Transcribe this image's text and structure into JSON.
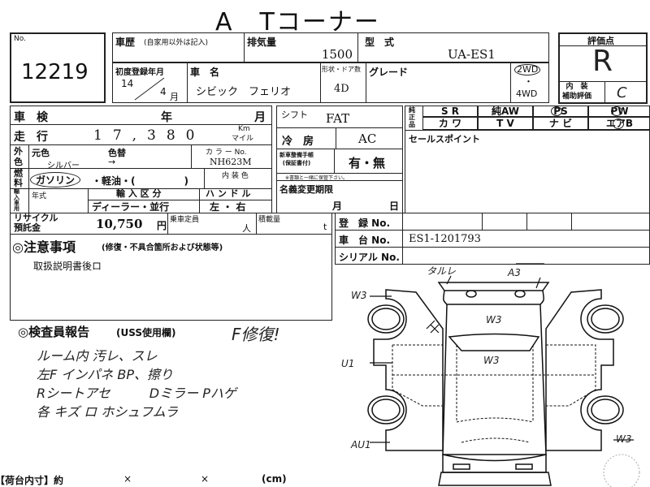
{
  "title": "A　Tコーナー",
  "no": {
    "label": "No.",
    "value": "12219"
  },
  "history": {
    "label": "車歴",
    "note": "(自家用以外は記入)"
  },
  "displacement": {
    "label": "排気量",
    "value": "1500"
  },
  "model_code": {
    "label": "型　式",
    "value": "UA-ES1"
  },
  "first_reg": {
    "label": "初度登録年月",
    "year": "14",
    "month": "4",
    "month_unit": "月"
  },
  "car_name": {
    "label": "車　名",
    "value": "シビック　フェリオ"
  },
  "body": {
    "label": "形状・ドア数",
    "value": "4D"
  },
  "grade": {
    "label": "グレード"
  },
  "drive": {
    "two": "2WD",
    "four": "4WD",
    "sep": "・"
  },
  "score": {
    "label": "評価点",
    "value": "R",
    "interior_label": "内　装\n補助評価",
    "interior_value": "C"
  },
  "inspection": {
    "label": "車　検",
    "year": "年",
    "month": "月"
  },
  "mileage": {
    "label": "走　行",
    "value": "17,380",
    "unit_km": "Km",
    "unit_mile": "マイル"
  },
  "exterior": {
    "label": "外色",
    "orig_label": "元色",
    "change_label": "色替",
    "orig": "シルバー",
    "arrow": "→",
    "color_no_label": "カ ラ ー No.",
    "color_no": "NH623M"
  },
  "fuel": {
    "label": "燃料",
    "gas": "ガソリン",
    "others": "・軽油・(　　　　　)",
    "interior_color_label": "内 装 色"
  },
  "import": {
    "label": "輸入車用",
    "year_label": "年式",
    "class_label": "輸 入 区 分",
    "class_value": "ディーラー・並行",
    "handle_label": "ハ ン ド ル",
    "handle_value": "左 ・ 右"
  },
  "recycle": {
    "label": "リサイクル\n預託金",
    "value": "10,750",
    "unit": "円",
    "capacity_label": "乗車定員",
    "capacity_unit": "人",
    "load_label": "積載量",
    "load_unit": "t"
  },
  "notes": {
    "label": "◎注意事項",
    "sub": "(修復・不具合箇所および状態等)",
    "text": "取扱説明書後ロ"
  },
  "shift": {
    "label": "シフト",
    "value": "FAT"
  },
  "ac": {
    "label": "冷　房",
    "value": "AC"
  },
  "manual": {
    "label": "新車整備手帳\n(保証書付)",
    "value": "有・無",
    "note": "※書類と一緒に保管下さい。"
  },
  "name_change": {
    "label": "名義変更期限",
    "month": "月",
    "day": "日"
  },
  "genuine": {
    "label": "純正品",
    "items": [
      "S R",
      "純AW",
      "PS",
      "PW",
      "カ ワ",
      "T V",
      "ナ ビ",
      "エアB"
    ]
  },
  "sales_point": {
    "label": "セールスポイント"
  },
  "reg_no": {
    "label": "登　録 No."
  },
  "chassis_no": {
    "label": "車　台 No.",
    "value": "ES1-1201793"
  },
  "serial_no": {
    "label": "シリアル No."
  },
  "inspector": {
    "label": "◎検査員報告",
    "sub": "(USS使用欄)",
    "header_note": "F修復!",
    "lines": [
      "ルーム内 汚レ、スレ",
      "左F インパネ BP、擦り",
      "Rシートアセ　　　Dミラー Pハゲ",
      "各 キズ ロ ホシュフムラ"
    ]
  },
  "dims": {
    "label": "【荷台内寸】約",
    "x1": "×",
    "x2": "×",
    "unit": "(cm)"
  },
  "diagram": {
    "marks": [
      "タルレ",
      "A3",
      "W3",
      "W3",
      "W3",
      "U1",
      "AU1",
      "W3",
      "X"
    ]
  }
}
